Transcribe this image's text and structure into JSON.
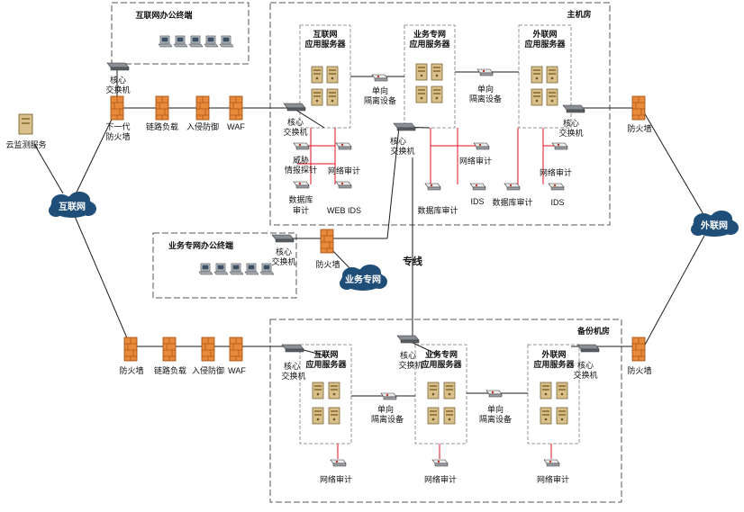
{
  "zones": {
    "main_room": "主机房",
    "backup_room": "备份机房",
    "internet_office": "互联网办公终端",
    "bizpriv_office": "业务专网办公终端"
  },
  "clouds": {
    "internet": "互联网",
    "extranet": "外联网",
    "bizpriv": "业务专网"
  },
  "left": {
    "cloud_monitor": "云监测服务",
    "nextgen_fw_line1": "下一代",
    "nextgen_fw_line2": "防火墙",
    "core_sw_line1": "核心",
    "core_sw_line2": "交换机",
    "link_lb": "链路负载",
    "ips": "入侵防御",
    "waf": "WAF"
  },
  "main": {
    "inet_app_line1": "互联网",
    "inet_app_line2": "应用服务器",
    "biz_app_line1": "业务专网",
    "biz_app_line2": "应用服务器",
    "ext_app_line1": "外联网",
    "ext_app_line2": "应用服务器",
    "core_line1": "核心",
    "core_line2": "交换机",
    "oneway_line1": "单向",
    "oneway_line2": "隔离设备",
    "threat_line1": "威胁",
    "threat_line2": "情报探针",
    "net_audit": "网络审计",
    "db_audit_line1": "数据库",
    "db_audit_line2": "审计",
    "web_ids": "WEB IDS",
    "db_audit": "数据库审计",
    "ids": "IDS",
    "firewall": "防火墙"
  },
  "biz": {
    "core_line1": "核心",
    "core_line2": "交换机",
    "firewall": "防火墙",
    "private_line": "专线"
  },
  "backup": {
    "firewall": "防火墙",
    "link_lb": "链路负载",
    "ips": "入侵防御",
    "waf": "WAF",
    "core_line1": "核心",
    "core_line2": "交换机",
    "inet_app_line1": "互联网",
    "inet_app_line2": "应用服务器",
    "biz_app_line1": "业务专网",
    "biz_app_line2": "应用服务器",
    "ext_app_line1": "外联网",
    "ext_app_line2": "应用服务器",
    "oneway_line1": "单向",
    "oneway_line2": "隔离设备",
    "net_audit": "网络审计"
  },
  "colors": {
    "link": "#1a1a1a",
    "audit_link": "#e01020",
    "firewall": "#e07a2a",
    "server": "#d9c08a",
    "cloud": "#1f4e79",
    "zone_border": "#555555"
  },
  "icons": [
    "firewall-icon",
    "server-icon",
    "switch-icon",
    "isolation-device-icon",
    "audit-device-icon",
    "pc-icon",
    "cloud-icon",
    "monitor-server-icon"
  ]
}
